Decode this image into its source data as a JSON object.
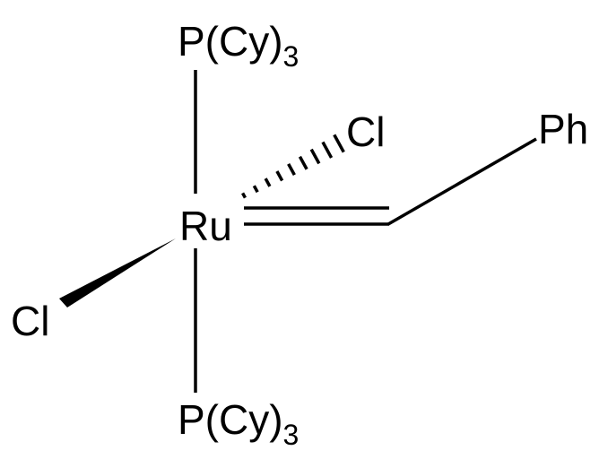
{
  "molecule": {
    "metal": "Ru",
    "ligand_top": {
      "main": "P(Cy)",
      "subscript": "3"
    },
    "ligand_bottom": {
      "main": "P(Cy)",
      "subscript": "3"
    },
    "chloride_hashed": "Cl",
    "chloride_wedged": "Cl",
    "carbene_substituent": "Ph"
  }
}
